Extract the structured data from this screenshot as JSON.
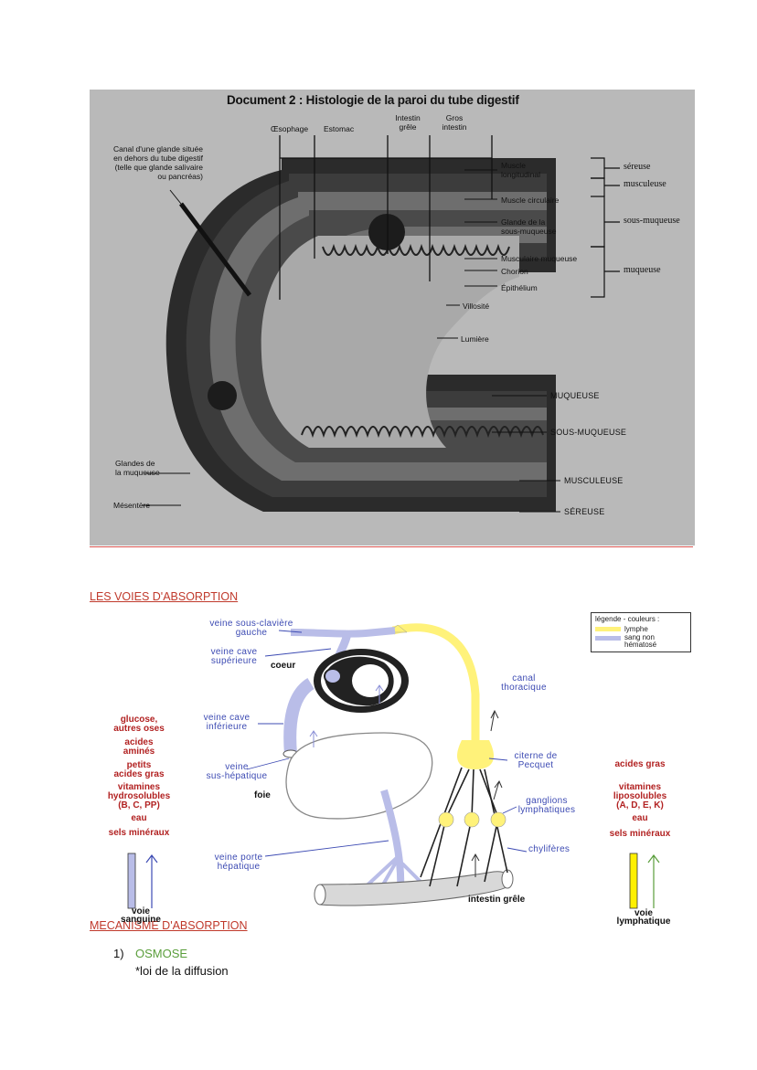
{
  "histology": {
    "title": "Document 2 : Histologie de la paroi du tube digestif",
    "segments": [
      "Œsophage",
      "Estomac",
      "Intestin grêle",
      "Gros intestin"
    ],
    "left_labels": {
      "gland": [
        "Canal d'une glande située",
        "en dehors du tube digestif",
        "(telle que glande salivaire",
        "ou pancréas)"
      ],
      "mucosa_glands": [
        "Glandes de",
        "la muqueuse"
      ],
      "mesentery": "Mésentère"
    },
    "right_labels": {
      "muscle_long": [
        "Muscle",
        "longitudinal"
      ],
      "muscle_circ": "Muscle circulaire",
      "gland_sub": [
        "Glande de la",
        "sous-muqueuse"
      ],
      "musc_muq": "Musculaire muqueuse",
      "chorion": "Chorion",
      "epithelium": "Épithélium",
      "villosite": "Villosité",
      "lumiere": "Lumière"
    },
    "layer_groups": [
      "séreuse",
      "musculeuse",
      "sous-muqueuse",
      "muqueuse"
    ],
    "bottom_layers": [
      "MUQUEUSE",
      "SOUS-MUQUEUSE",
      "MUSCULEUSE",
      "SÉREUSE"
    ]
  },
  "headings": {
    "voies": "LES VOIES D'ABSORPTION",
    "mecanisme": "MECANISME D'ABSORPTION"
  },
  "absorption": {
    "legend": {
      "title": "légende - couleurs :",
      "lymphe": "lymphe",
      "sang": [
        "sang non",
        "hématosé"
      ],
      "colors": {
        "lymphe": "#fff27a",
        "sang": "#b9bde8"
      }
    },
    "labels": {
      "veine_sous_claviere": [
        "veine sous-clavière",
        "gauche"
      ],
      "veine_cave_sup": [
        "veine cave",
        "supérieure"
      ],
      "coeur": "coeur",
      "canal_thoracique": [
        "canal",
        "thoracique"
      ],
      "veine_cave_inf": [
        "veine cave",
        "inférieure"
      ],
      "citerne": [
        "citerne de",
        "Pecquet"
      ],
      "veine_sus_hep": [
        "veine",
        "sus-hépatique"
      ],
      "foie": "foie",
      "ganglions": [
        "ganglions",
        "lymphatiques"
      ],
      "chyliferes": "chylifères",
      "veine_porte": [
        "veine porte",
        "hépatique"
      ],
      "intestin": "intestin grêle"
    },
    "left_nutrients": [
      [
        "glucose,",
        "autres oses"
      ],
      [
        "acides",
        "aminés"
      ],
      [
        "petits",
        "acides gras"
      ],
      [
        "vitamines",
        "hydrosolubles",
        "(B, C, PP)"
      ],
      [
        "eau"
      ],
      [
        "sels minéraux"
      ]
    ],
    "right_nutrients": [
      [
        "acides gras"
      ],
      [
        "vitamines",
        "liposolubles",
        "(A, D, E, K)"
      ],
      [
        "eau"
      ],
      [
        "sels minéraux"
      ]
    ],
    "voie_sanguine": [
      "voie",
      "sanguine"
    ],
    "voie_lymphatique": [
      "voie",
      "lymphatique"
    ]
  },
  "mechanism": {
    "item_number": "1)",
    "item_title": "OSMOSE",
    "item_text": "*loi de la diffusion"
  }
}
